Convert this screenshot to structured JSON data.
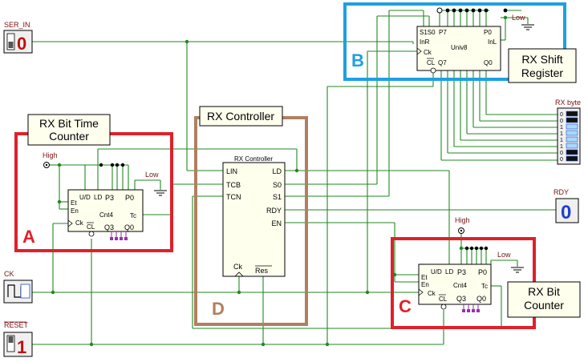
{
  "inputs": {
    "ser_in": {
      "label": "SER_IN",
      "value": "0"
    },
    "ck": {
      "label": "CK"
    },
    "reset": {
      "label": "RESET",
      "value": "1"
    }
  },
  "outputs": {
    "rdy": {
      "label": "RDY",
      "value": "0"
    },
    "rx_byte": {
      "label": "RX byte",
      "bits": [
        "0",
        "0",
        "1",
        "1",
        "1",
        "1",
        "0",
        "0"
      ]
    }
  },
  "constants": {
    "high": "High",
    "low": "Low"
  },
  "blocks": {
    "bit_time_counter": {
      "title": "RX Bit Time Counter",
      "letter": "A",
      "color": "#e0202a",
      "chip": {
        "name": "Cnt4",
        "ud": "U/D",
        "ld": "LD",
        "p3": "P3",
        "p0": "P0",
        "et": "Et",
        "en": "En",
        "ck": "Ck",
        "cl": "CL",
        "q3": "Q3",
        "q0": "Q0",
        "tc": "Tc"
      }
    },
    "controller": {
      "title": "RX Controller",
      "letter": "D",
      "color": "#b08060",
      "chip": {
        "name": "RX Controller",
        "lin": "LIN",
        "tcb": "TCB",
        "tcn": "TCN",
        "ld": "LD",
        "s0": "S0",
        "s1": "S1",
        "rdy": "RDY",
        "en": "EN",
        "ck": "Ck",
        "res": "Res"
      }
    },
    "shift_register": {
      "title": "RX Shift Register",
      "letter": "B",
      "color": "#1ea0e0",
      "chip": {
        "name": "Univ8",
        "s1s0": "S1S0",
        "p7": "P7",
        "p0": "P0",
        "inr": "InR",
        "inl": "InL",
        "ck": "Ck",
        "cl": "CL",
        "q7": "Q7",
        "q0": "Q0"
      }
    },
    "bit_counter": {
      "title": "RX Bit Counter",
      "letter": "C",
      "color": "#e0202a",
      "chip": {
        "name": "Cnt4",
        "ud": "U/D",
        "ld": "LD",
        "p3": "P3",
        "p0": "P0",
        "et": "Et",
        "en": "En",
        "ck": "Ck",
        "cl": "CL",
        "q3": "Q3",
        "q0": "Q0",
        "tc": "Tc"
      }
    }
  },
  "colors": {
    "wire": "#1f8a1f",
    "pin_label": "#7a1010",
    "chip_fill": "#ffffee"
  }
}
